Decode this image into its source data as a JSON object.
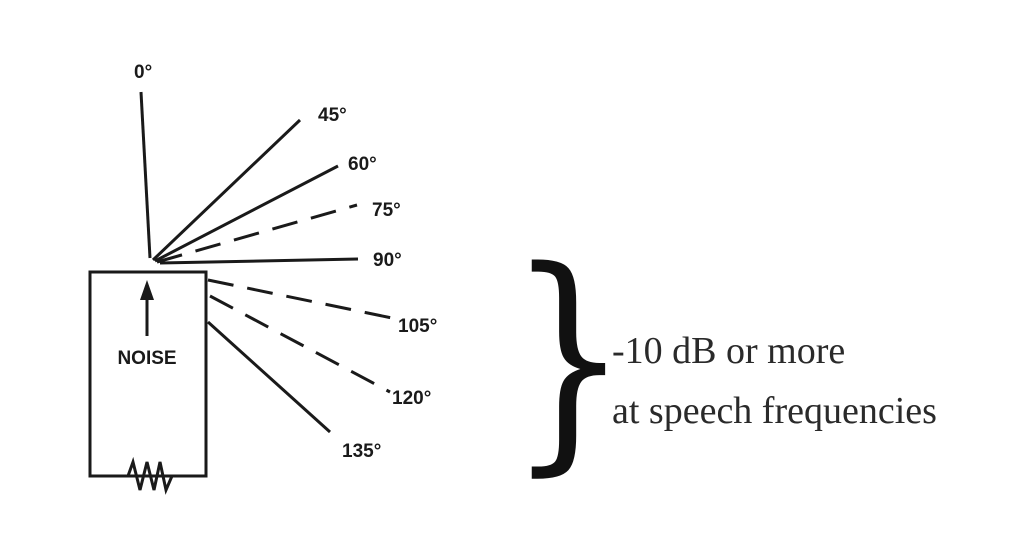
{
  "diagram": {
    "source_label": "NOISE",
    "angles": [
      {
        "label": "0°",
        "degrees": 0,
        "style": "solid"
      },
      {
        "label": "45°",
        "degrees": 45,
        "style": "solid"
      },
      {
        "label": "60°",
        "degrees": 60,
        "style": "solid"
      },
      {
        "label": "75°",
        "degrees": 75,
        "style": "dashed"
      },
      {
        "label": "90°",
        "degrees": 90,
        "style": "solid"
      },
      {
        "label": "105°",
        "degrees": 105,
        "style": "dashed"
      },
      {
        "label": "120°",
        "degrees": 120,
        "style": "dashed"
      },
      {
        "label": "135°",
        "degrees": 135,
        "style": "solid"
      }
    ]
  },
  "note": {
    "brace": "}",
    "line1": "-10 dB or more",
    "line2": "at speech frequencies"
  },
  "colors": {
    "ink": "#1a1a1a",
    "background": "#ffffff"
  }
}
